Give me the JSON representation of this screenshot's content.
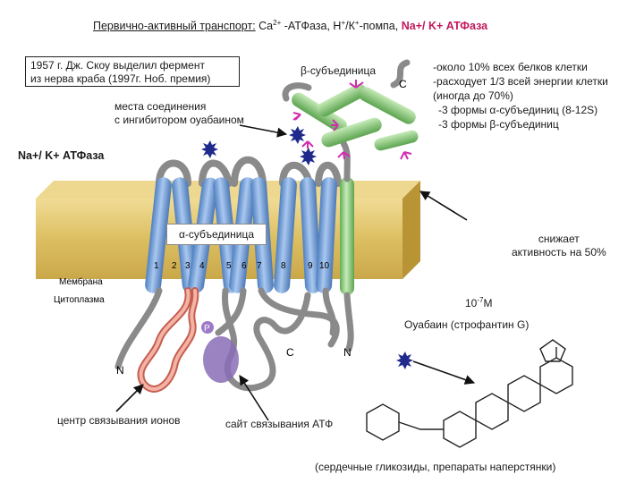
{
  "title": {
    "prefix": "Первично-активный транспорт:",
    "ca": "Ca",
    "ca_sup": "2+",
    "middle": " -АТФаза, Н",
    "h_sup": "+",
    "slash": "/К",
    "k_sup": "+",
    "pump": "-помпа, ",
    "highlight": "Na+/ K+ АТФаза"
  },
  "box_1957": {
    "line1": "1957 г. Дж. Скоу выделил фермент",
    "line2": "из нерва краба (1997г. Ноб. премия)"
  },
  "beta_label": "β-субъединица",
  "facts": [
    "-около 10% всех белков клетки",
    "-расходует 1/3 всей энергии клетки",
    "(иногда до 70%)",
    "-3 формы α-субъединиц (8-12S)",
    "-3 формы β-субъединиц"
  ],
  "binding_sites": {
    "line1": "места соединения",
    "line2": "с ингибитором оуабаином"
  },
  "naka_label": "Na+/ K+ АТФаза",
  "alpha_label": "α-субъединица",
  "reduces": {
    "line1": "снижает",
    "line2": "активность на 50%"
  },
  "concentration": {
    "base": "10",
    "exp": "-7",
    "unit": "М"
  },
  "ouabain_label": "Оуабаин (строфантин G)",
  "ion_center": "центр связывания ионов",
  "atp_site": "сайт связывания АТФ",
  "glycosides": "(сердечные гликозиды, препараты наперстянки)",
  "membrane_label": "Мембрана",
  "cytoplasm_label": "Цитоплазма",
  "helix_numbers": [
    "1",
    "2",
    "3",
    "4",
    "5",
    "6",
    "7",
    "8",
    "9",
    "10"
  ],
  "terminals": {
    "c_top": "C",
    "c_bottom": "C",
    "n_beta": "N",
    "n_alpha": "N",
    "p": "P"
  },
  "colors": {
    "alpha_helix": "#6f9fd8",
    "beta_helix": "#8ccf7a",
    "membrane": "#e0c470",
    "ion_loop": "#ef9a8a",
    "atp_site": "#8a6cb5",
    "ouabain_marker": "#1f2a8c",
    "glyco": "#d22ab0",
    "highlight": "#c2185b"
  }
}
